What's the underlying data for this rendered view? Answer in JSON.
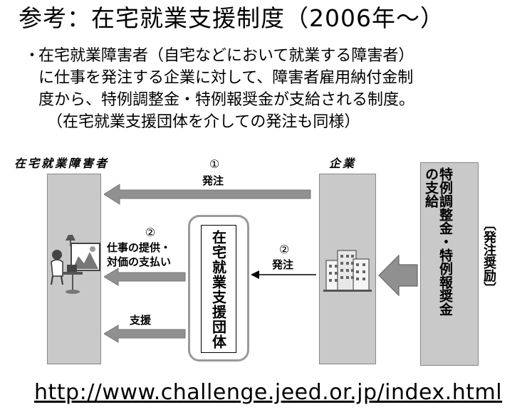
{
  "title": "参考：在宅就業支援制度（2006年～）",
  "description": {
    "bullet": "・",
    "lines": [
      "在宅就業障害者（自宅などにおいて就業する障害者）",
      "に仕事を発注する企業に対して、障害者雇用納付金制",
      "度から、特例調整金・特例報奨金が支給される制度。",
      "（在宅就業支援団体を介しての発注も同様）"
    ]
  },
  "diagram": {
    "worker_label": "在宅就業障害者",
    "company_label": "企業",
    "support_org": "在宅就業支援団体",
    "arrow1": {
      "number": "①",
      "label": "発注"
    },
    "arrow2_left": {
      "number": "②",
      "line1": "仕事の提供・",
      "line2": "対価の支払い"
    },
    "arrow2_right": {
      "number": "②",
      "label": "発注"
    },
    "arrow_support": "支援",
    "grant_col1": "特例調整金・特例報奨金",
    "grant_col2": "の支給",
    "encourage": "〔発注奨励〕"
  },
  "footer_url": "http://www.challenge.jeed.or.jp/index.html"
}
